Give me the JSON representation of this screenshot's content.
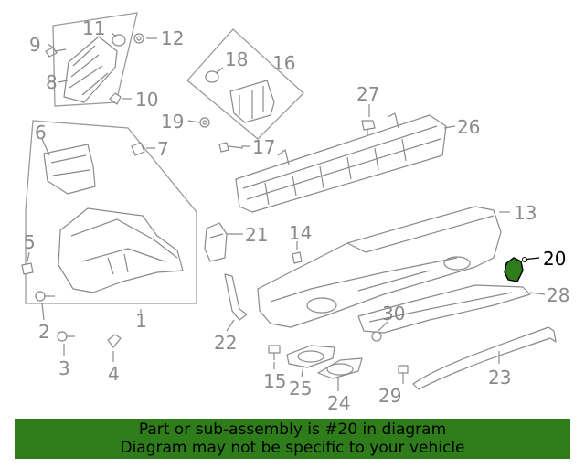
{
  "labels": {
    "l1": "1",
    "l2": "2",
    "l3": "3",
    "l4": "4",
    "l5": "5",
    "l6": "6",
    "l7": "7",
    "l8": "8",
    "l9": "9",
    "l10": "10",
    "l11": "11",
    "l12": "12",
    "l13": "13",
    "l14": "14",
    "l15": "15",
    "l16": "16",
    "l17": "17",
    "l18": "18",
    "l19": "19",
    "l20": "20",
    "l21": "21",
    "l22": "22",
    "l23": "23",
    "l24": "24",
    "l25": "25",
    "l26": "26",
    "l27": "27",
    "l28": "28",
    "l29": "29",
    "l30": "30"
  },
  "highlight": {
    "part": "20",
    "color": "#2f7d1a"
  },
  "banner": {
    "line1": "Part or sub-assembly is #20 in diagram",
    "line2": "Diagram may not be specific to your vehicle",
    "bg": "#2f7d1a"
  }
}
